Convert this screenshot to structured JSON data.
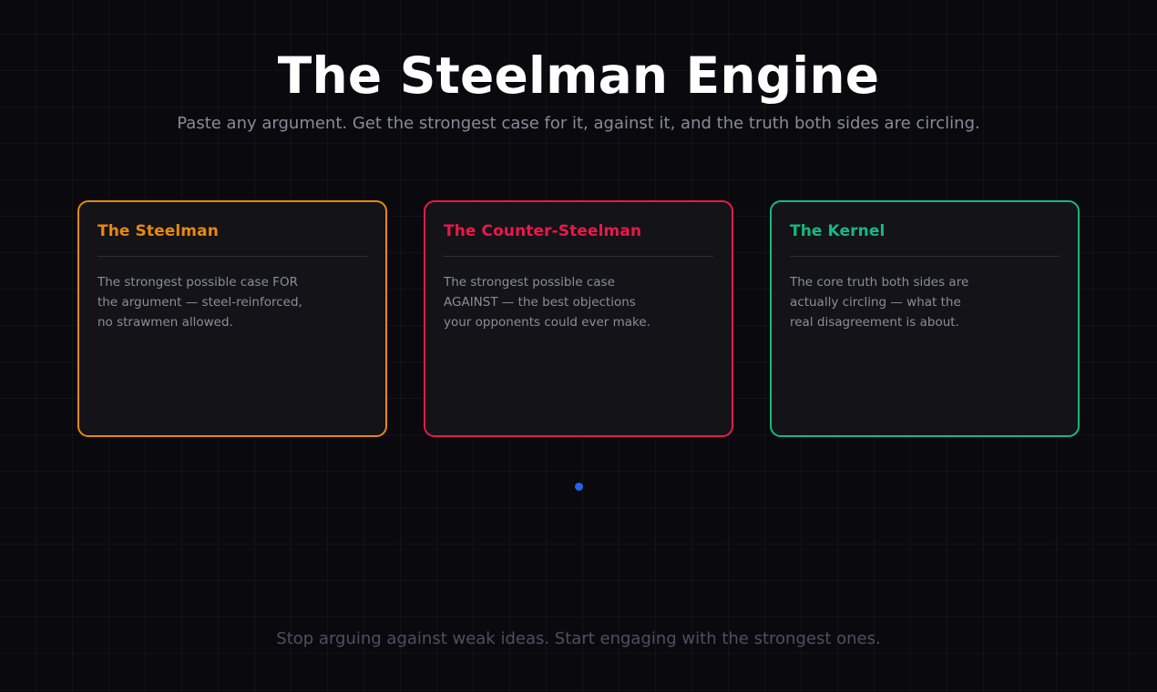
{
  "header": {
    "title": "The Steelman Engine",
    "subtitle": "Paste any argument. Get the strongest case for it, against it, and the truth both sides are circling."
  },
  "cards": [
    {
      "id": "steelman",
      "title": "The Steelman",
      "body": "The strongest possible case FOR\nthe argument — steel-reinforced,\nno strawmen allowed.",
      "accent": "#e8890c"
    },
    {
      "id": "counter-steelman",
      "title": "The Counter-Steelman",
      "body": "The strongest possible case\nAGAINST — the best objections\nyour opponents could ever make.",
      "accent": "#e8194b"
    },
    {
      "id": "kernel",
      "title": "The Kernel",
      "body": "The core truth both sides are\nactually circling — what the\nreal disagreement is about.",
      "accent": "#15b981"
    }
  ],
  "indicator": {
    "name": "status-dot",
    "color": "#2563eb"
  },
  "footer": {
    "text": "Stop arguing against weak ideas. Start engaging with the strongest ones."
  },
  "theme": {
    "background": "#0a0a0e",
    "card_background": "#131318",
    "title_color": "#ffffff",
    "subtitle_color": "#878b99",
    "body_color": "#8b8d98",
    "footer_color": "#4b5163",
    "divider_color": "rgba(255,255,255,0.13)"
  }
}
